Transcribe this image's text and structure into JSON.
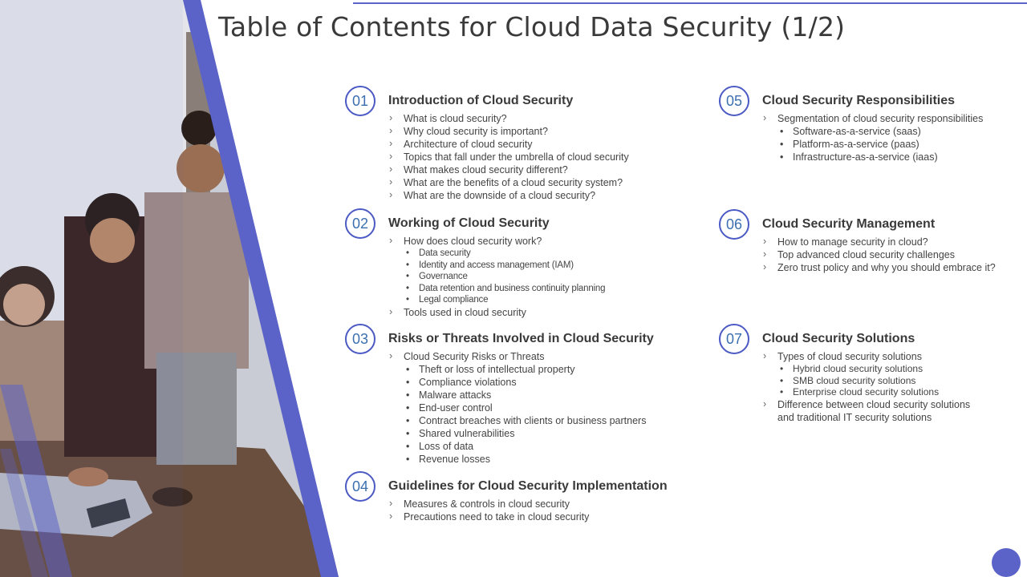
{
  "title": "Table of Contents for Cloud Data Security (1/2)",
  "colors": {
    "accent": "#5b63c8",
    "number": "#3b6fb0"
  },
  "sections": [
    {
      "num": "01",
      "title": "Introduction of Cloud Security",
      "items": [
        {
          "text": "What is cloud security?"
        },
        {
          "text": "Why cloud security is important?"
        },
        {
          "text": "Architecture of cloud security"
        },
        {
          "text": "Topics that fall under the umbrella of cloud security"
        },
        {
          "text": "What makes cloud security different?"
        },
        {
          "text": "What are the benefits of a cloud security system?"
        },
        {
          "text": "What are the downside of a cloud security?"
        }
      ]
    },
    {
      "num": "02",
      "title": "Working of Cloud Security",
      "items": [
        {
          "text": "How does cloud security work?"
        },
        {
          "text": "Data security"
        },
        {
          "text": "Identity and access management (IAM)"
        },
        {
          "text": "Governance"
        },
        {
          "text": "Data retention and business continuity planning"
        },
        {
          "text": "Legal compliance"
        },
        {
          "text": "Tools used in cloud security"
        }
      ]
    },
    {
      "num": "03",
      "title": "Risks or Threats Involved in Cloud Security",
      "items": [
        {
          "text": "Cloud Security Risks or Threats"
        },
        {
          "text": "Theft  or loss of intellectual property"
        },
        {
          "text": "Compliance violations"
        },
        {
          "text": "Malware attacks"
        },
        {
          "text": "End-user control"
        },
        {
          "text": "Contract breaches with clients or business partners"
        },
        {
          "text": "Shared vulnerabilities"
        },
        {
          "text": "Loss of data"
        },
        {
          "text": "Revenue  losses"
        }
      ]
    },
    {
      "num": "04",
      "title": "Guidelines for Cloud Security Implementation",
      "items": [
        {
          "text": "Measures & controls in cloud security"
        },
        {
          "text": "Precautions need to take in cloud security"
        }
      ]
    },
    {
      "num": "05",
      "title": "Cloud Security Responsibilities",
      "items": [
        {
          "text": "Segmentation of cloud security responsibilities"
        },
        {
          "text": "Software-as-a-service  (saas)"
        },
        {
          "text": "Platform-as-a-service  (paas)"
        },
        {
          "text": "Infrastructure-as-a-service  (iaas)"
        }
      ]
    },
    {
      "num": "06",
      "title": "Cloud Security Management",
      "items": [
        {
          "text": "How to manage security in cloud?"
        },
        {
          "text": "Top advanced  cloud security challenges"
        },
        {
          "text": "Zero trust policy and why you should embrace it?"
        }
      ]
    },
    {
      "num": "07",
      "title": "Cloud Security Solutions",
      "items": [
        {
          "text": "Types of cloud security solutions"
        },
        {
          "text": "Hybrid cloud security solutions"
        },
        {
          "text": "SMB cloud security solutions"
        },
        {
          "text": "Enterprise cloud security solutions"
        },
        {
          "text": "Difference  between  cloud security solutions"
        },
        {
          "text": "and traditional IT security solutions"
        }
      ]
    }
  ]
}
